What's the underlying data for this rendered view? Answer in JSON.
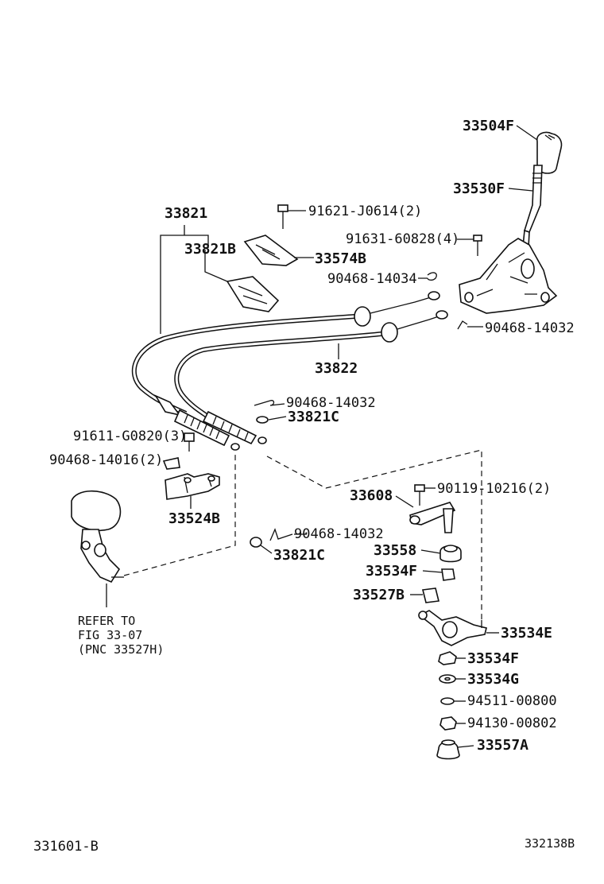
{
  "parts": {
    "knob": "33504F",
    "lever": "33530F",
    "cable_assy": "33821",
    "cable_1": "33821B",
    "bolt_1": "91621-J0614(2)",
    "bracket_1": "33574B",
    "bolt_2": "91631-60828(4)",
    "clip_1": "90468-14034",
    "clip_2": "90468-14032",
    "cable_2": "33822",
    "clip_3": "90468-14032",
    "washer_1": "33821C",
    "bolt_3": "91611-G0820(3)",
    "clip_4": "90468-14016(2)",
    "retainer": "33524B",
    "bolt_4": "90119-10216(2)",
    "shift_lever": "33608",
    "clip_5": "90468-14032",
    "bushing": "33558",
    "washer_2": "33821C",
    "nut_1": "33534F",
    "block": "33527B",
    "sel_lever": "33534E",
    "nut_2": "33534F",
    "washer_3": "33534G",
    "washer_4": "94511-00800",
    "nut_3": "94130-00802",
    "cap": "33557A"
  },
  "refer": {
    "line1": "REFER TO",
    "line2": "FIG 33-07",
    "line3": "(PNC 33527H)"
  },
  "footer": {
    "left": "331601-B",
    "right": "332138B"
  }
}
